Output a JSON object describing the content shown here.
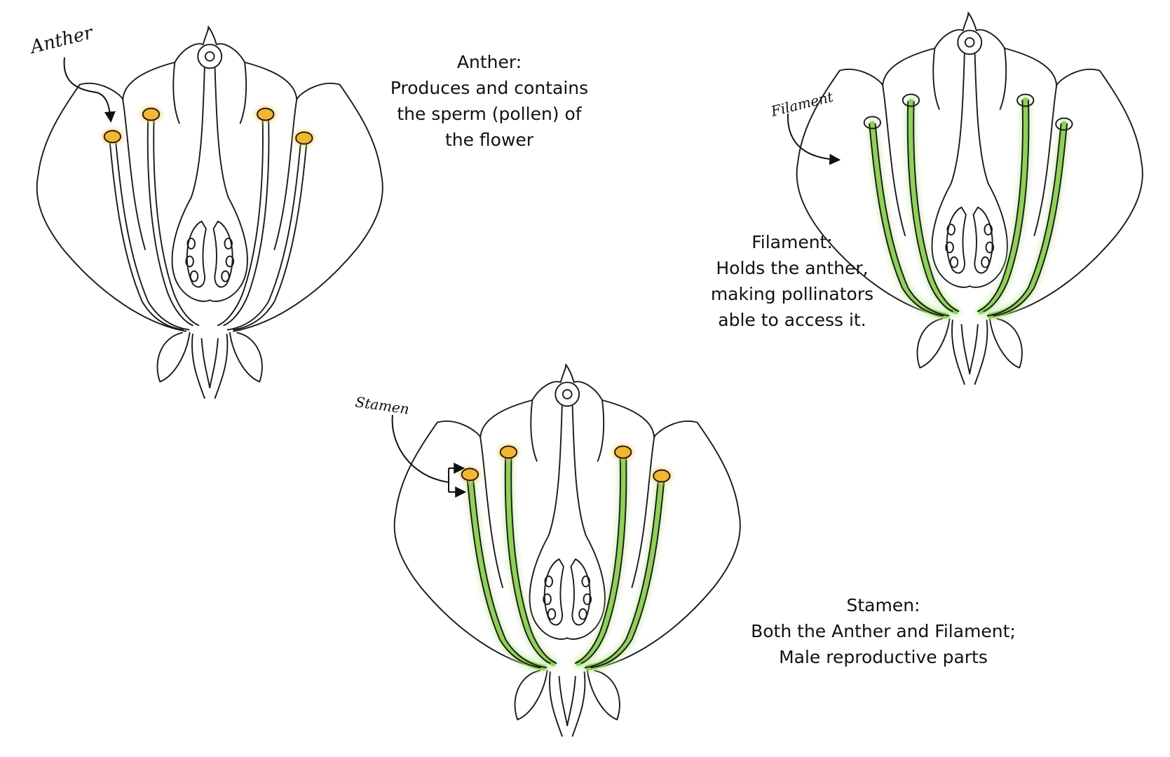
{
  "panels": [
    {
      "id": "anther",
      "handwritten_label": "Anther",
      "caption": [
        "Anther:",
        "Produces and contains",
        "the sperm (pollen) of",
        "the flower"
      ],
      "highlight": "anthers"
    },
    {
      "id": "filament",
      "handwritten_label": "Filament",
      "caption": [
        "Filament:",
        "Holds the anther,",
        "making pollinators",
        "able to access it."
      ],
      "highlight": "filaments"
    },
    {
      "id": "stamen",
      "handwritten_label": "Stamen",
      "caption": [
        "Stamen:",
        "Both the Anther and Filament;",
        "Male reproductive parts"
      ],
      "highlight": "both"
    }
  ],
  "colors": {
    "outline": "#1a1a1a",
    "anther_fill": "#f2b632",
    "anther_glow": "#f7c65a",
    "filament_fill": "#8fd158",
    "filament_glow": "#b6e48e"
  }
}
